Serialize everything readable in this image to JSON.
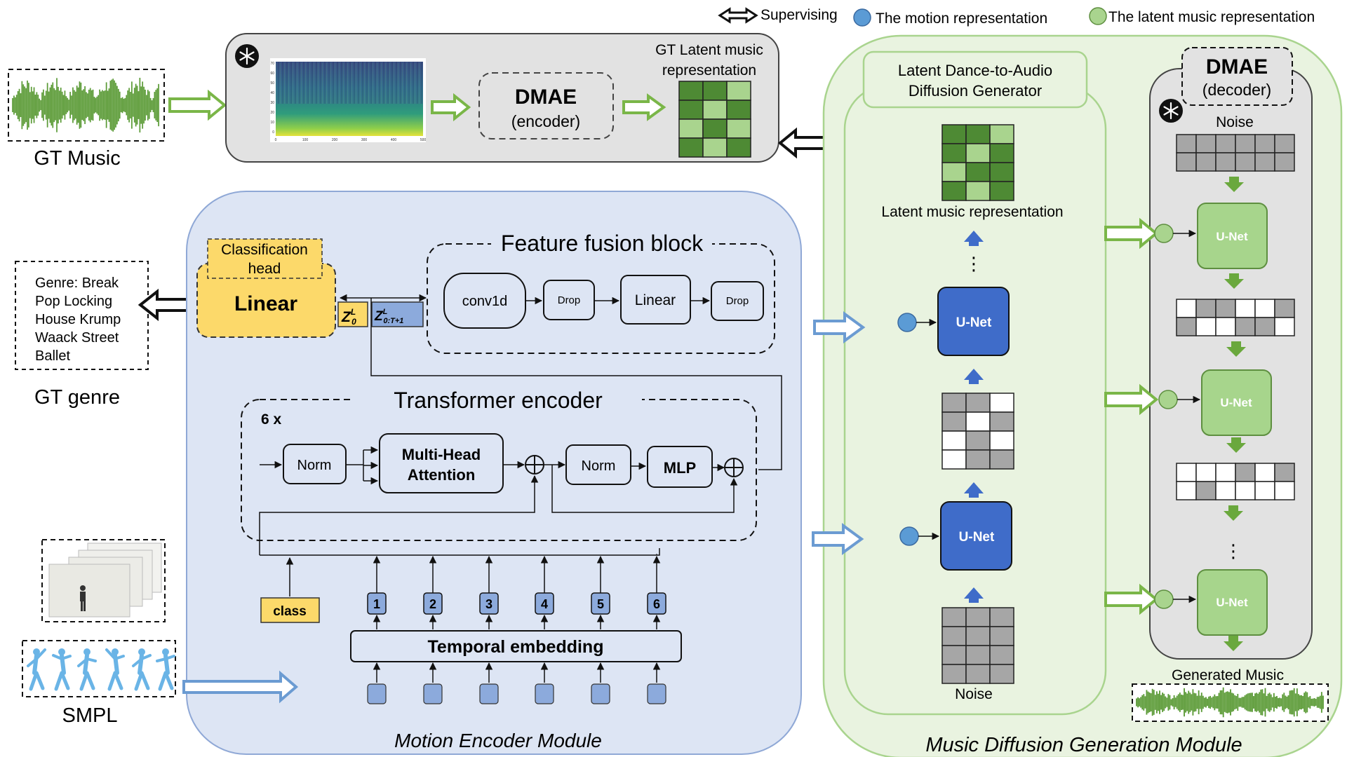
{
  "legend": {
    "supervising": "Supervising",
    "motion_rep": "The motion representation",
    "latent_music_rep": "The latent music representation"
  },
  "gt_music": {
    "label": "GT Music",
    "dmae_title": "DMAE",
    "dmae_sub": "(encoder)",
    "latent_title_1": "GT  Latent music",
    "latent_title_2": "representation",
    "spectrogram_x_ticks": [
      "0",
      "100",
      "200",
      "300",
      "400",
      "500"
    ],
    "spectrogram_y_ticks": [
      "70",
      "60",
      "50",
      "40",
      "30",
      "20",
      "10",
      "0"
    ]
  },
  "genre": {
    "items": [
      "Genre: Break",
      "Pop Locking",
      "House Krump",
      "Waack Street",
      "Ballet"
    ],
    "label": "GT genre"
  },
  "motion_module": {
    "title": "Motion Encoder Module",
    "classification_head_1": "Classification",
    "classification_head_2": "head",
    "linear": "Linear",
    "z0": "Z",
    "z0_sup": "L",
    "z0_sub": "0",
    "zt": "Z",
    "zt_sup": "L",
    "zt_sub": "0:T+1",
    "fusion_title": "Feature fusion block",
    "conv1d": "conv1d",
    "drop": "Drop",
    "fusion_linear": "Linear",
    "transformer_title": "Transformer encoder",
    "repeat": "6 x",
    "norm": "Norm",
    "mha_1": "Multi-Head",
    "mha_2": "Attention",
    "mlp": "MLP",
    "class_token": "class",
    "temporal_embedding": "Temporal embedding",
    "tokens": [
      "1",
      "2",
      "3",
      "4",
      "5",
      "6"
    ],
    "smpl_label": "SMPL"
  },
  "diffusion_module": {
    "title": "Music Diffusion Generation Module",
    "generator_title_1": "Latent Dance-to-Audio",
    "generator_title_2": "Diffusion Generator",
    "latent_label": "Latent music representation",
    "unet": "U-Net",
    "noise": "Noise",
    "ellipsis": "⋮"
  },
  "decoder": {
    "title": "DMAE",
    "sub": "(decoder)",
    "noise": "Noise",
    "unet": "U-Net",
    "ellipsis": "⋮",
    "generated_music": "Generated Music"
  },
  "icons": {
    "frozen": "snowflake-icon"
  },
  "colors": {
    "green_dark": "#4e8a34",
    "green_light": "#a9d48e",
    "green_panel": "#e9f3e0",
    "blue_panel": "#dde5f4",
    "unet_blue": "#3f6cc9",
    "unet_green": "#a7d58c",
    "yellow": "#fcd96a",
    "gray_panel": "#e2e2e2",
    "cell_gray": "#a6a6a6"
  }
}
